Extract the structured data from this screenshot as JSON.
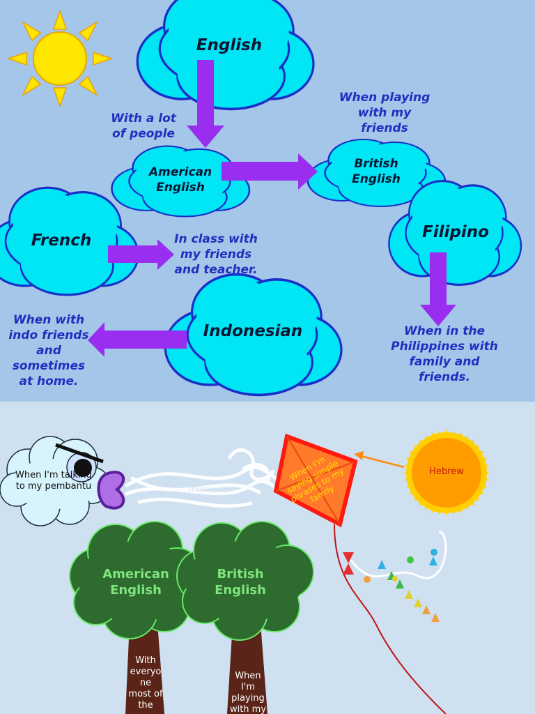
{
  "top": {
    "clouds": {
      "english": "English",
      "american": "American English",
      "british": "British English",
      "french": "French",
      "filipino": "Filipino",
      "indonesian": "Indonesian"
    },
    "notes": {
      "with_people": "With a lot of people",
      "playing_friends": "When playing with my friends",
      "in_class": "In class with my friends and teacher.",
      "indo_friends": "When with indo friends and sometimes at home.",
      "philippines": "When in the Philippines with family and friends."
    }
  },
  "bottom": {
    "cloud_text": "When I'm talking to my pembantu",
    "wind_label": "Indonesian",
    "kite_text": "When I'm saying simple phrases to my family",
    "sun_text": "Hebrew",
    "tree_left": "American English",
    "tree_right": "British English",
    "trunk_left": "With everyo ne most of the",
    "trunk_right": "When I'm playing with my"
  },
  "colors": {
    "top_bg": "#a4c6e8",
    "bottom_bg": "#cfe0f1",
    "cloud_fill": "#00e6f5",
    "arrow": "#9a2ef0",
    "note_text": "#1f2fc0",
    "tree_green": "#2e6b2e",
    "trunk": "#5a2418",
    "kite": "#ff7a2a",
    "sun_bottom": "#ff9d00"
  }
}
